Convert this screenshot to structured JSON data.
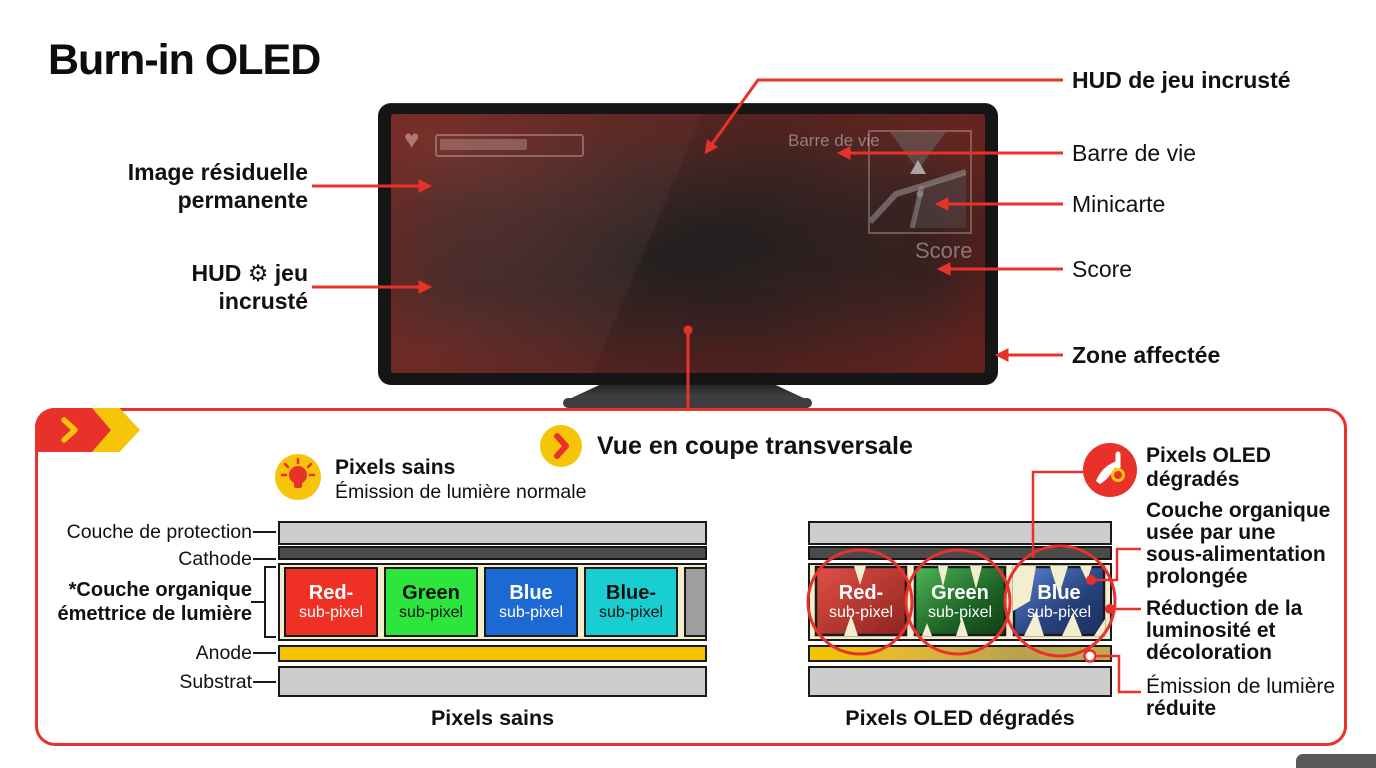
{
  "title": "Burn-in OLED",
  "colors": {
    "accent_red": "#e8312a",
    "accent_yellow": "#f6c50a",
    "healthy_red": "#ee3124",
    "healthy_green": "#2ce63e",
    "healthy_blue": "#1d69d3",
    "healthy_cyan": "#19ced1",
    "anode_yellow": "#f4c400",
    "organic_cream": "#f3eecd"
  },
  "monitor_callouts": {
    "left": [
      {
        "text": "Image résiduelle\npermanente"
      },
      {
        "text": "HUD ⚙ jeu\nincrusté"
      }
    ],
    "right": [
      {
        "text": "HUD de jeu incrusté"
      },
      {
        "text": "Barre de vie"
      },
      {
        "text": "Minicarte"
      },
      {
        "text": "Score"
      },
      {
        "text": "Zone affectée"
      }
    ]
  },
  "screen_hud": {
    "heart_icon": "♥",
    "health_bar_label": "Barre de vie",
    "score_label": "Score"
  },
  "cross_section": {
    "section_title": "Vue en coupe transversale",
    "healthy_header": {
      "title": "Pixels sains",
      "subtitle": "Émission de lumière normale"
    },
    "degraded_header": {
      "title": "Pixels OLED\ndégradés"
    },
    "layer_labels": [
      {
        "text": "Couche de protection"
      },
      {
        "text": "Cathode"
      },
      {
        "text": "*Couche organique\némettrice de lumière"
      },
      {
        "text": "Anode"
      },
      {
        "text": "Substrat"
      }
    ],
    "healthy_subpixels": [
      {
        "name": "Red-",
        "type": "sub-pixel",
        "color": "#ee3124"
      },
      {
        "name": "Green",
        "type": "sub-pixel",
        "color": "#2ce63e"
      },
      {
        "name": "Blue",
        "type": "sub-pixel",
        "color": "#1d69d3"
      },
      {
        "name": "Blue-",
        "type": "sub-pixel",
        "color": "#19ced1"
      }
    ],
    "degraded_subpixels": [
      {
        "name": "Red-",
        "type": "sub-pixel"
      },
      {
        "name": "Green",
        "type": "sub-pixel"
      },
      {
        "name": "Blue",
        "type": "sub-pixel"
      }
    ],
    "degraded_notes": [
      {
        "text": "Couche organique\nusée par une\nsous-alimentation\nprolongée"
      },
      {
        "text": "Réduction de la\nluminosité et\ndécoloration"
      },
      {
        "text_regular": "Émission de lumière",
        "text_bold": "réduite"
      }
    ],
    "healthy_caption": "Pixels sains",
    "degraded_caption": "Pixels OLED dégradés"
  }
}
